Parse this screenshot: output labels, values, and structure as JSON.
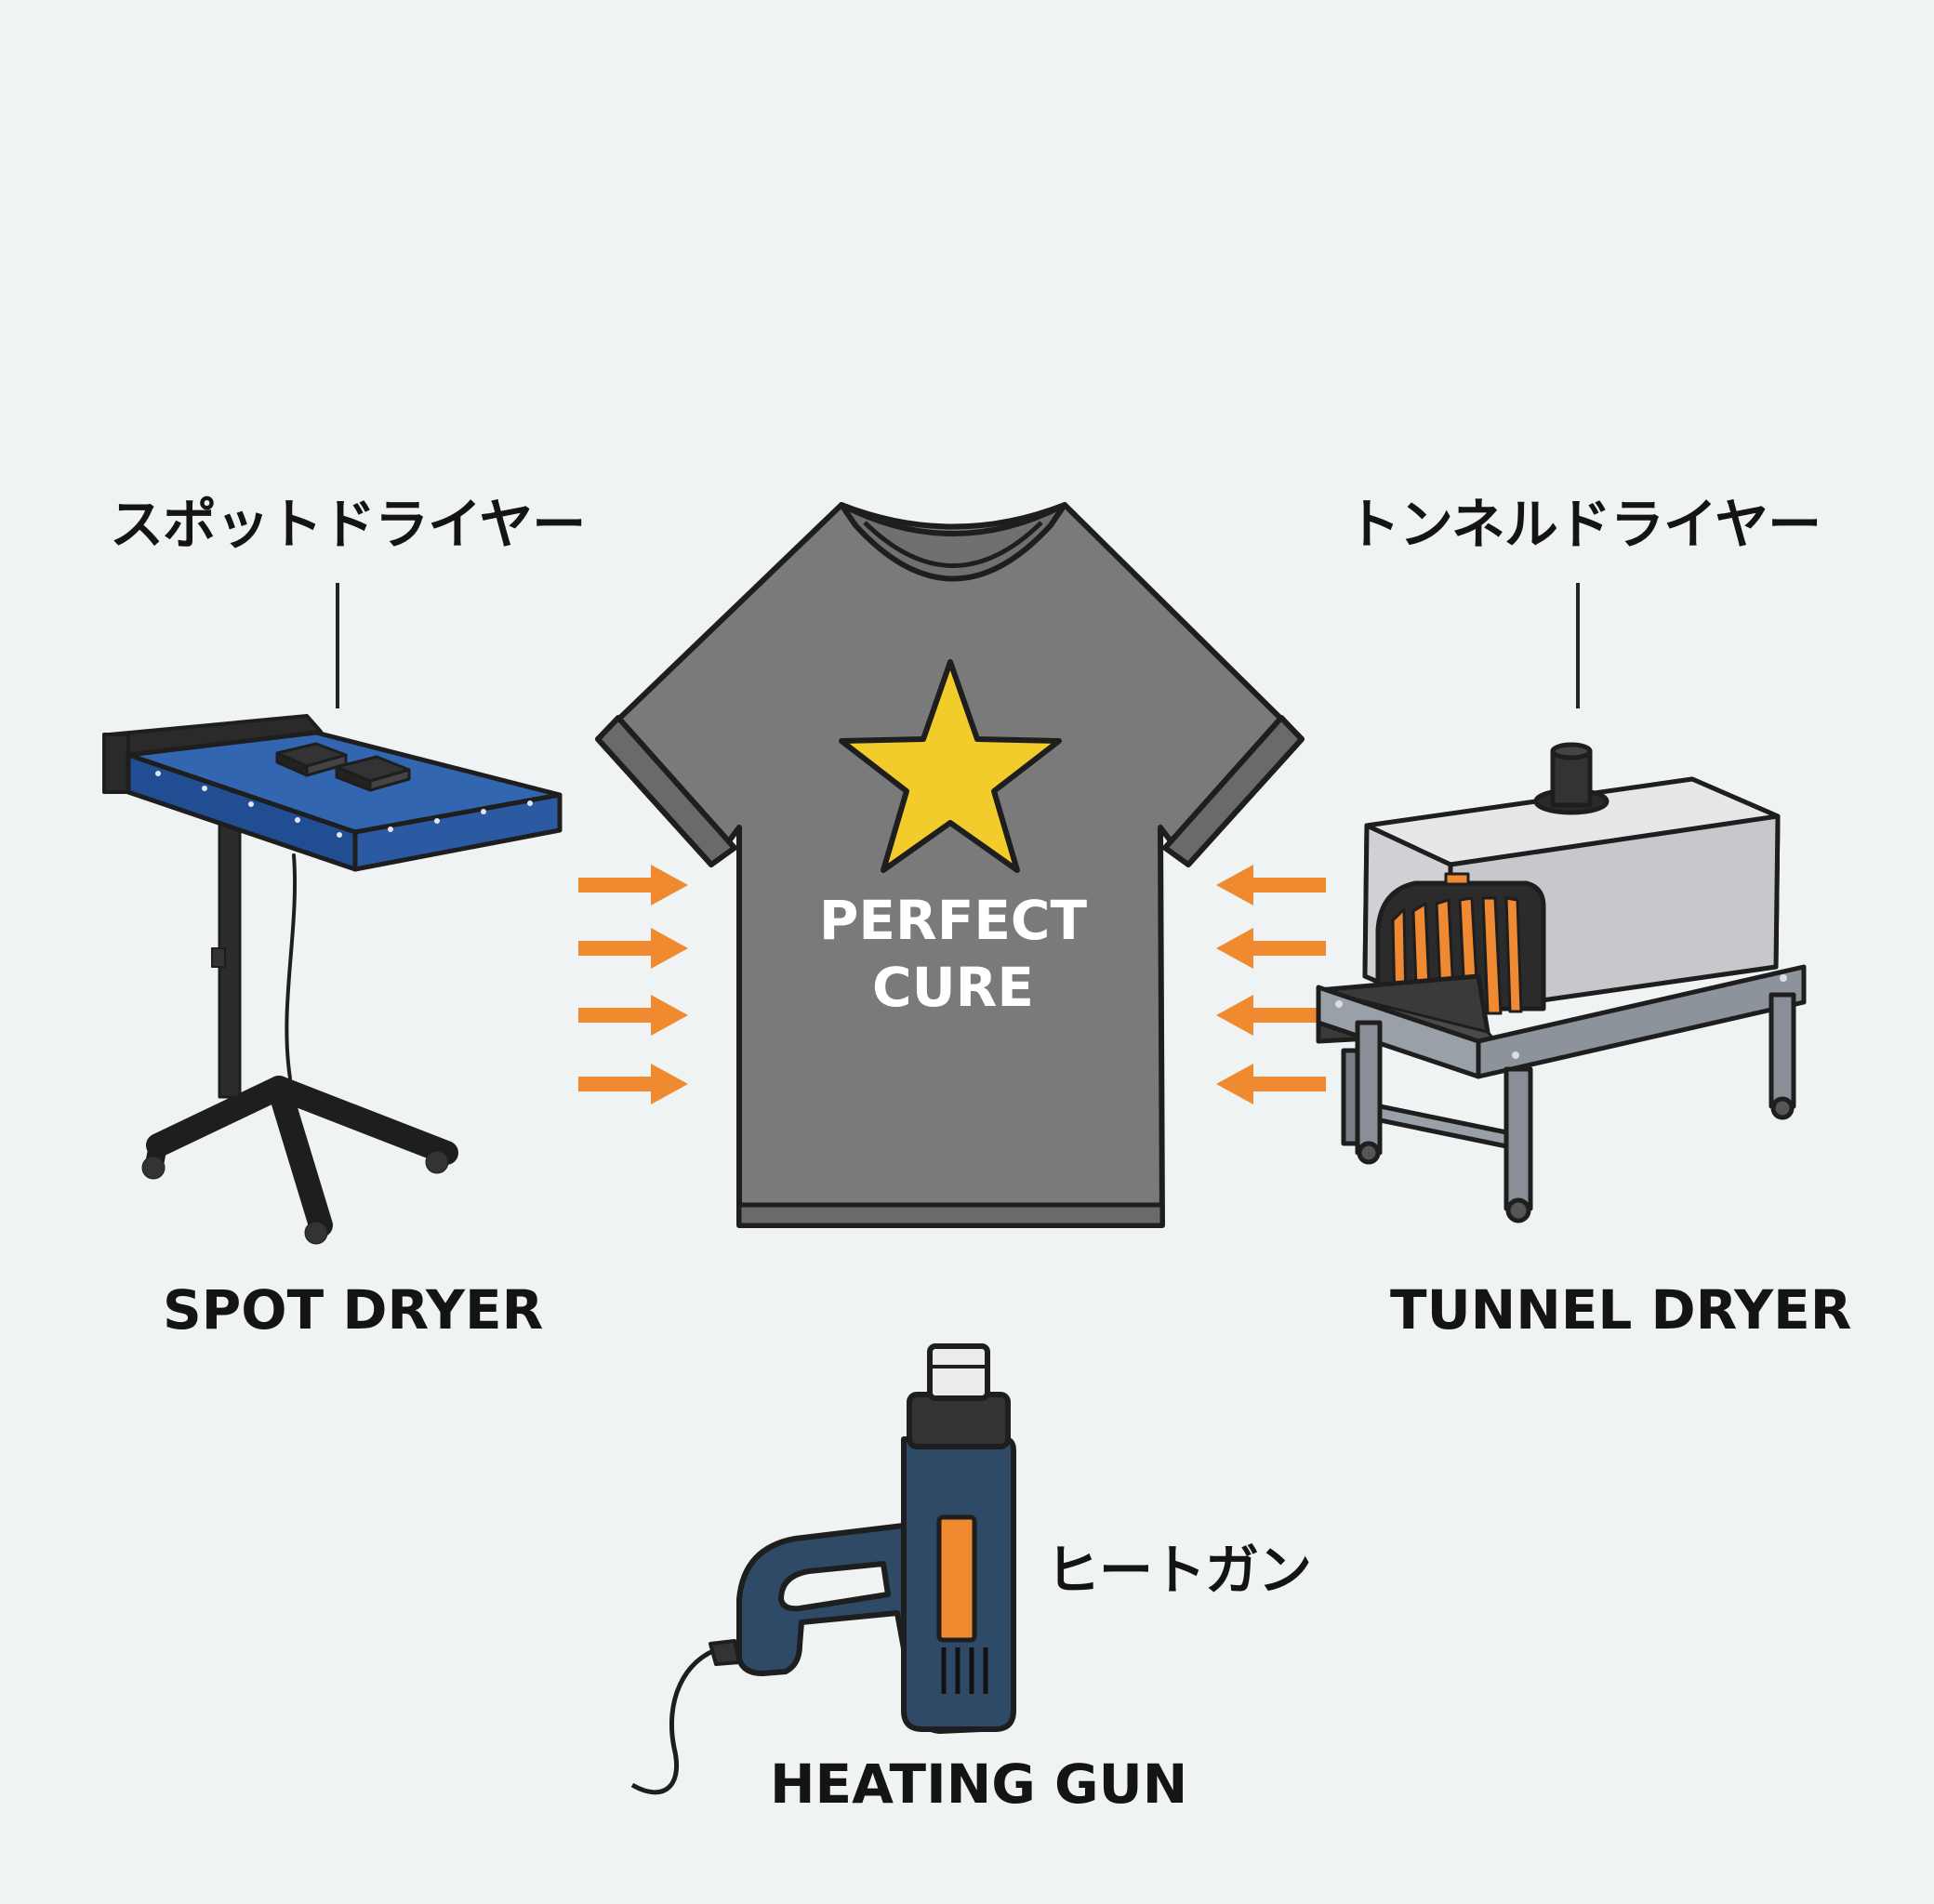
{
  "labels": {
    "spot_dryer_jp": "スポットドライヤー",
    "spot_dryer_en": "SPOT DRYER",
    "tunnel_dryer_jp": "トンネルドライヤー",
    "tunnel_dryer_en": "TUNNEL DRYER",
    "heat_gun_jp": "ヒートガン",
    "heat_gun_en": "HEATING GUN"
  },
  "tshirt": {
    "line1": "PERFECT",
    "line2": "CURE"
  },
  "colors": {
    "background": "#f0f3f4",
    "tshirt": "#7a7a7a",
    "star": "#f2cc2a",
    "arrow": "#f08a30",
    "spot_dryer_top": "#2f5fa8",
    "tunnel_body": "#d4d5d8",
    "tunnel_flaps": "#ef8a32",
    "heat_gun_body": "#2e4a66",
    "heat_gun_accent": "#f08a30"
  },
  "icons": [
    "spot-dryer-icon",
    "tunnel-dryer-icon",
    "tshirt-icon",
    "star-icon",
    "heat-gun-icon",
    "heat-arrow-icon"
  ]
}
